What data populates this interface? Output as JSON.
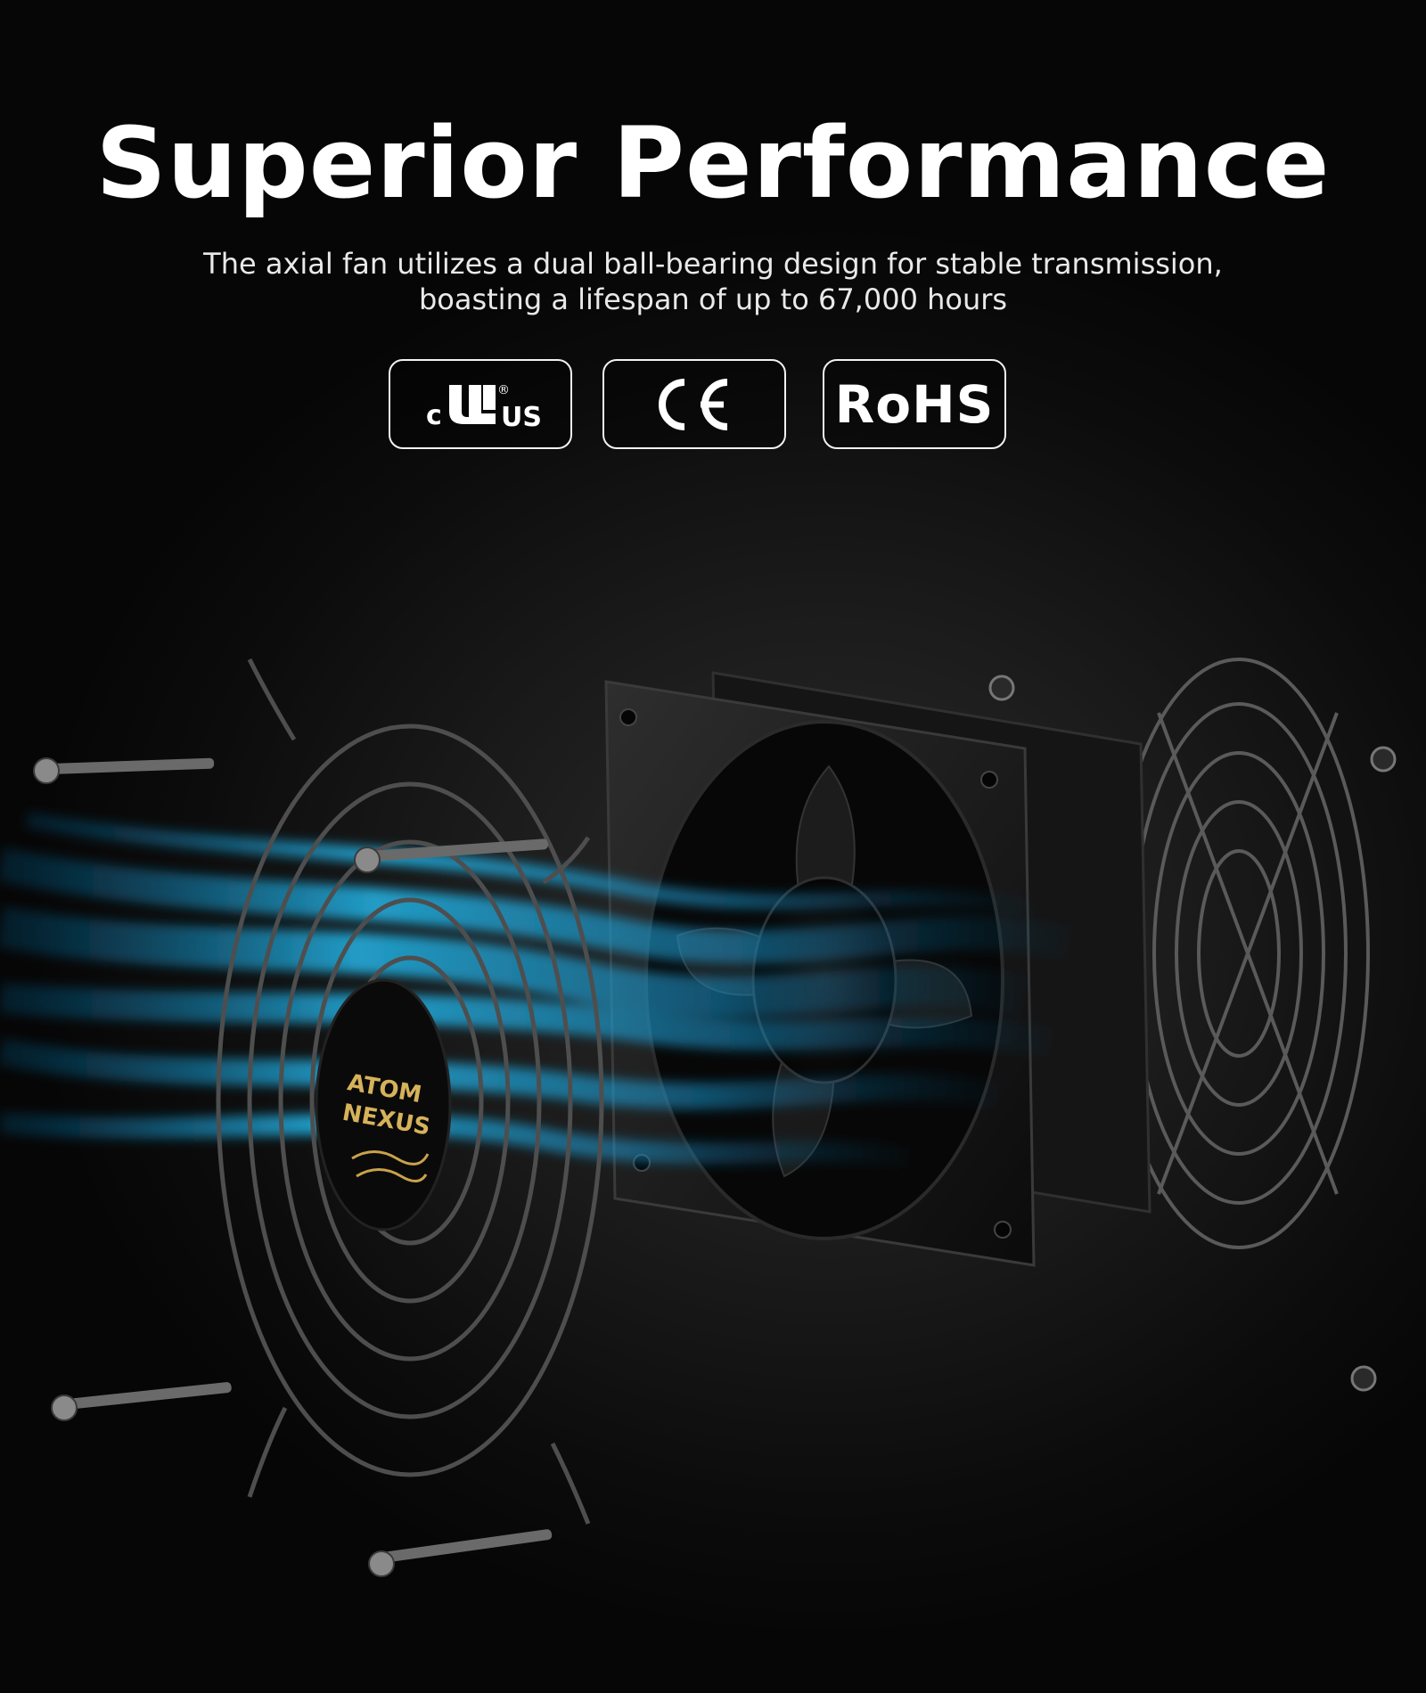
{
  "header": {
    "title": "Superior Performance",
    "subtitle_line1": "The axial fan utilizes a dual ball-bearing design for stable transmission,",
    "subtitle_line2": "boasting a lifespan of up to 67,000 hours"
  },
  "certifications": [
    {
      "name": "cULus",
      "icon": "ul-listed-icon",
      "prefix": "c",
      "suffix": "US",
      "mark": "®"
    },
    {
      "name": "CE",
      "icon": "ce-mark-icon"
    },
    {
      "name": "RoHS",
      "label": "RoHS",
      "icon": "rohs-icon"
    }
  ],
  "product": {
    "brand_line1": "ATOM",
    "brand_line2": "NEXUS"
  },
  "colors": {
    "background": "#111111",
    "text": "#ffffff",
    "airflow": "#1fa8d8",
    "logo_gold": "#d6b25a"
  }
}
